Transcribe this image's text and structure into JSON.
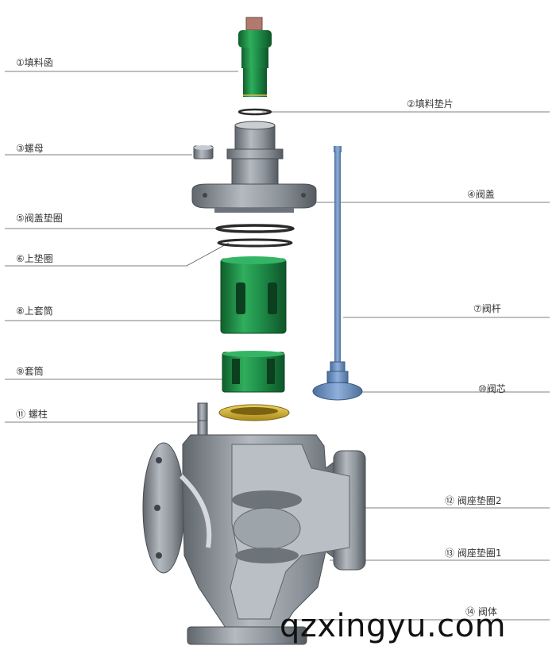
{
  "diagram": {
    "parts": [
      {
        "num": "①",
        "name": "填料函"
      },
      {
        "num": "②",
        "name": "填料垫片"
      },
      {
        "num": "③",
        "name": "螺母"
      },
      {
        "num": "④",
        "name": "阀盖"
      },
      {
        "num": "⑤",
        "name": "阀盖垫圈"
      },
      {
        "num": "⑥",
        "name": "上垫圈"
      },
      {
        "num": "⑦",
        "name": "阀杆"
      },
      {
        "num": "⑧",
        "name": "上套筒"
      },
      {
        "num": "⑨",
        "name": "套筒"
      },
      {
        "num": "⑩",
        "name": "阀芯"
      },
      {
        "num": "⑪",
        "name": "螺柱"
      },
      {
        "num": "⑫",
        "name": "阀座垫圈2"
      },
      {
        "num": "⑬",
        "name": "阀座垫圈1"
      },
      {
        "num": "⑭",
        "name": "阀体"
      }
    ]
  },
  "labels": {
    "l1": "①填料函",
    "l2": "②填料垫片",
    "l3": "③螺母",
    "l4": "④阀盖",
    "l5": "⑤阀盖垫圈",
    "l6": "⑥上垫圈",
    "l7": "⑦阀杆",
    "l8": "⑧上套筒",
    "l9": "⑨套筒",
    "l10": "⑩阀芯",
    "l11": "⑪ 螺柱",
    "l12": "⑫  阀座垫圈2",
    "l13": "⑬  阀座垫圈1",
    "l14": "⑭  阀体"
  },
  "watermark": "qzxingyu.com",
  "colors": {
    "green": "#1f8f4a",
    "greenDark": "#136b34",
    "grey": "#8d949b",
    "greyDark": "#5d6369",
    "blue": "#6f93c4",
    "yellow": "#d9b72e",
    "line": "#555555"
  }
}
